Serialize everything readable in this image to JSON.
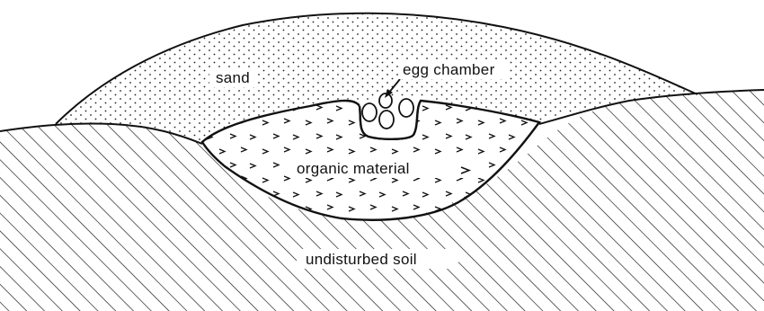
{
  "labels": {
    "sand": "sand",
    "egg_chamber": "egg chamber",
    "organic_material": "organic material",
    "undisturbed_soil": "undisturbed soil"
  },
  "colors": {
    "ink": "#111111",
    "background": "#ffffff"
  }
}
